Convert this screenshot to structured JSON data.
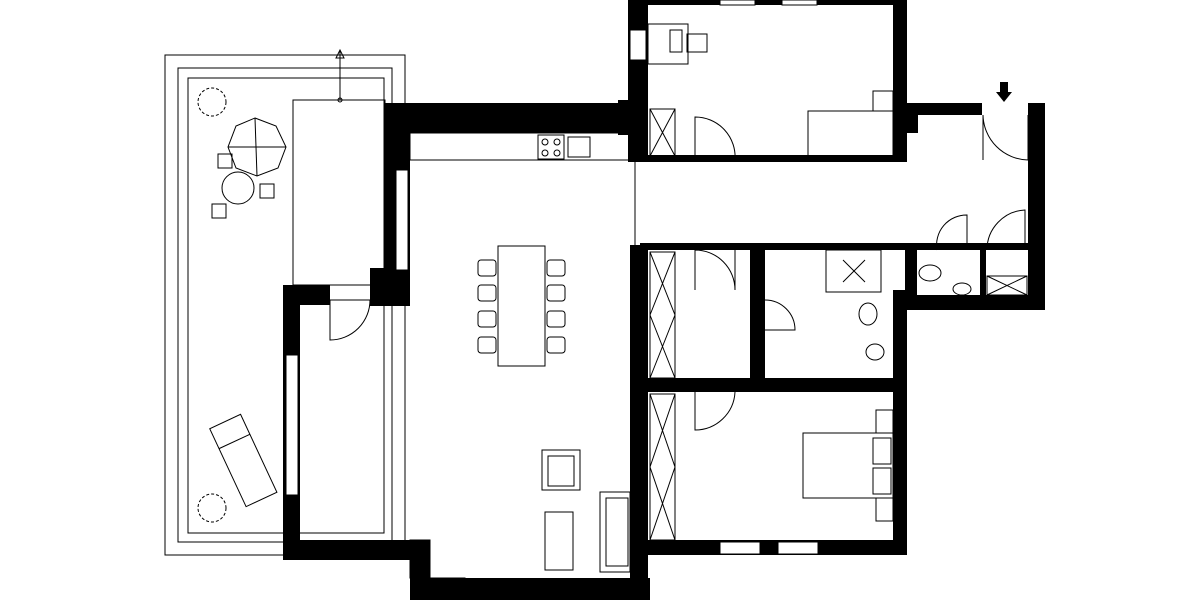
{
  "plan": {
    "wall_color": "#000000",
    "background_color": "#ffffff",
    "rooms": [
      "terrace",
      "living-dining-kitchen",
      "bedroom-top",
      "corridor",
      "wc",
      "storage",
      "bathroom",
      "closet-room",
      "bedroom-bottom"
    ],
    "entrance_marker": "arrow-down-icon"
  }
}
